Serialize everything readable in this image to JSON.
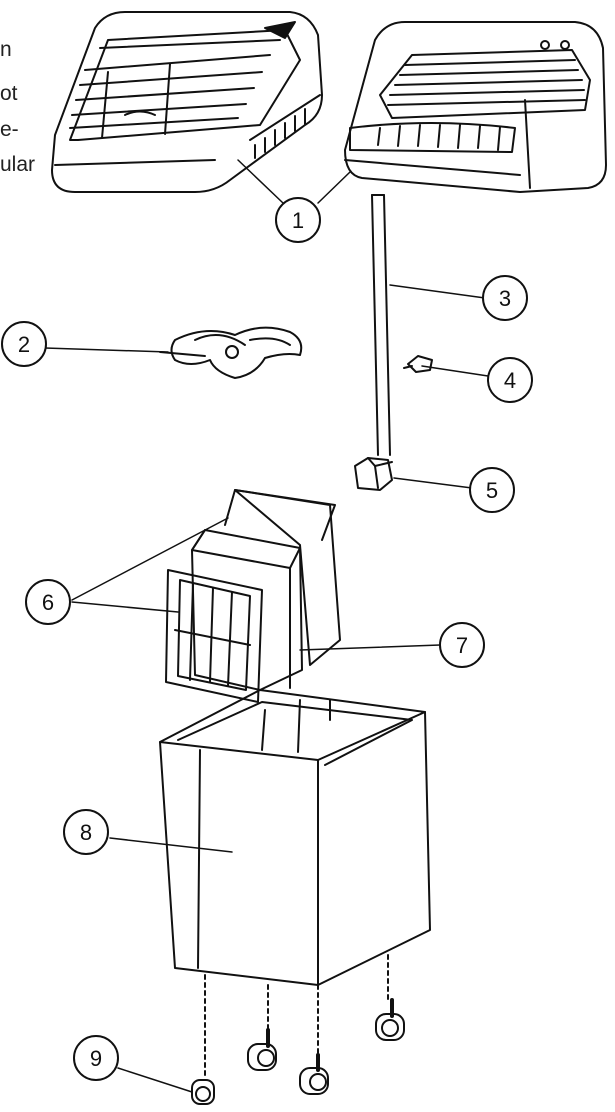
{
  "text_fragments": [
    "n",
    "ot",
    "e-",
    "ular"
  ],
  "callouts": [
    "1",
    "2",
    "3",
    "4",
    "5",
    "6",
    "7",
    "8",
    "9"
  ],
  "colors": {
    "line": "#111111",
    "fill": "#ffffff"
  }
}
